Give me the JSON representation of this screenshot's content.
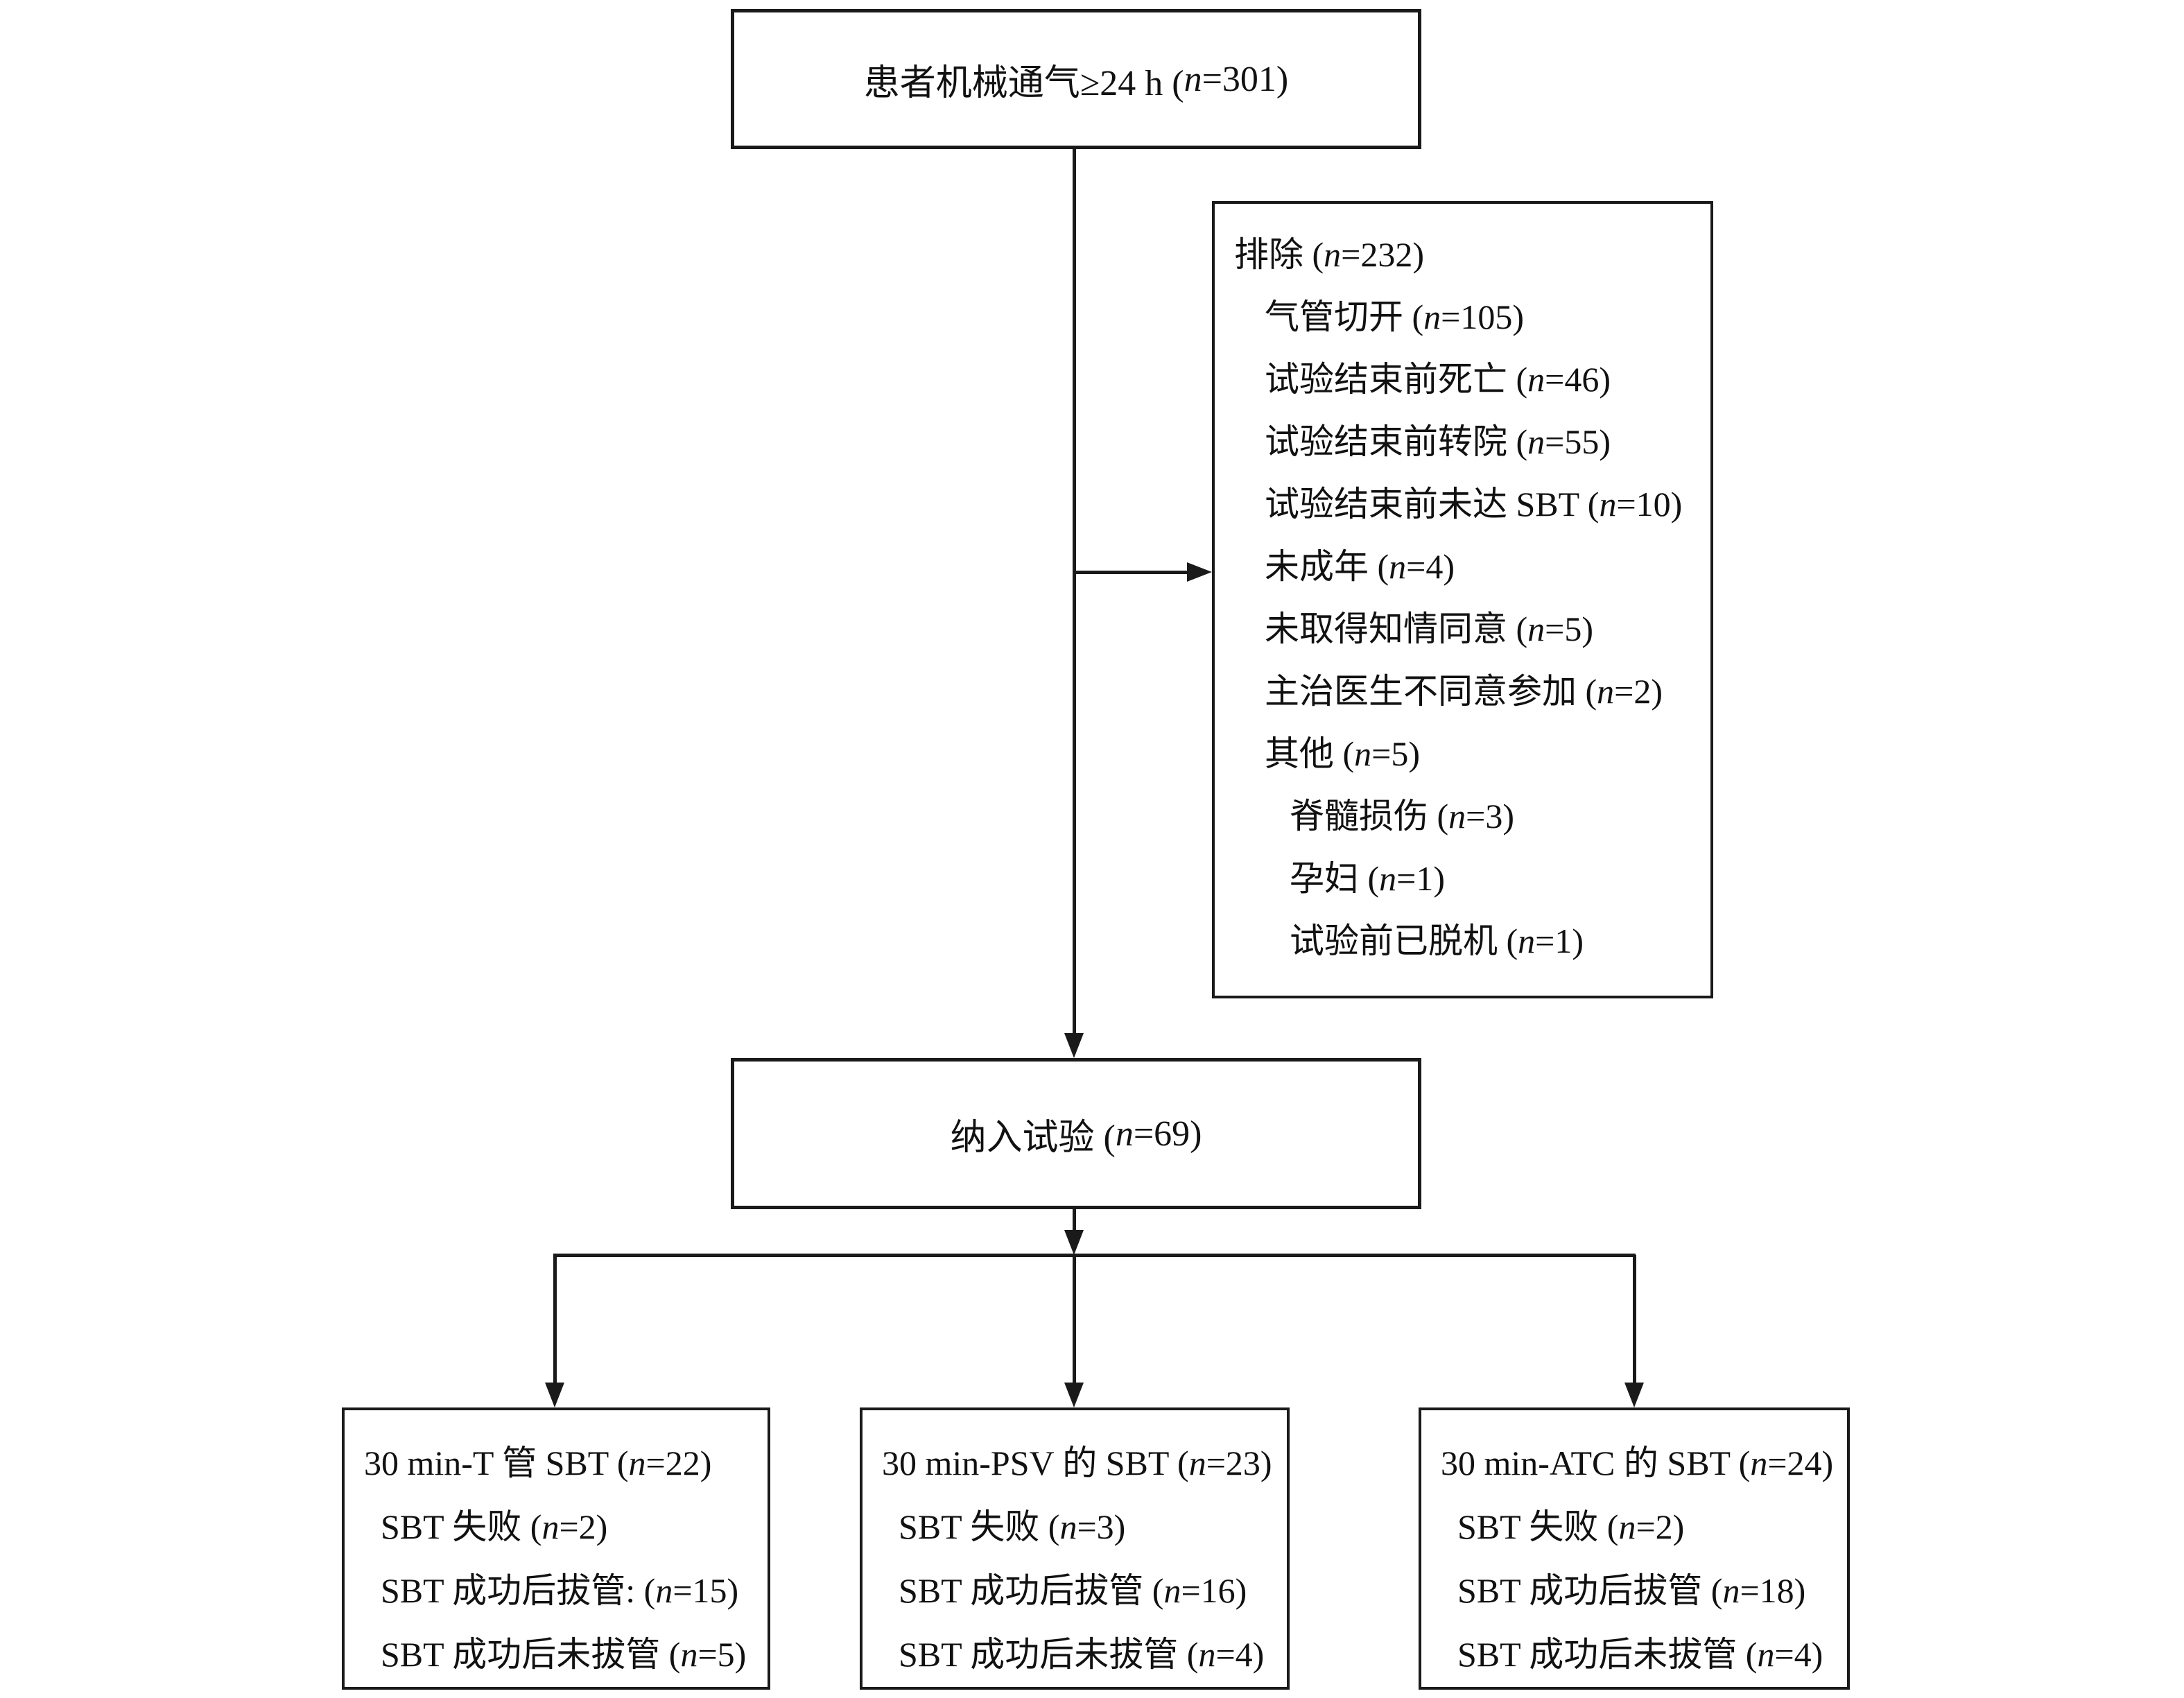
{
  "diagram": {
    "colors": {
      "line": "#1a1a1a",
      "border": "#1a1a1a",
      "text": "#111111",
      "background": "#ffffff"
    },
    "top_box": {
      "label": "患者机械通气≥24 h (n=301)"
    },
    "exclusion_box": {
      "title": "排除 (n=232)",
      "items": [
        {
          "text": "气管切开 (n=105)",
          "indent": 1
        },
        {
          "text": "试验结束前死亡 (n=46)",
          "indent": 1
        },
        {
          "text": "试验结束前转院 (n=55)",
          "indent": 1
        },
        {
          "text": "试验结束前未达 SBT (n=10)",
          "indent": 1
        },
        {
          "text": "未成年 (n=4)",
          "indent": 1
        },
        {
          "text": "未取得知情同意 (n=5)",
          "indent": 1
        },
        {
          "text": "主治医生不同意参加 (n=2)",
          "indent": 1
        },
        {
          "text": "其他 (n=5)",
          "indent": 1
        },
        {
          "text": "脊髓损伤 (n=3)",
          "indent": 2
        },
        {
          "text": "孕妇 (n=1)",
          "indent": 2
        },
        {
          "text": "试验前已脱机 (n=1)",
          "indent": 2
        }
      ]
    },
    "enrolled_box": {
      "label": "纳入试验 (n=69)"
    },
    "arm_boxes": [
      {
        "title": "30 min-T 管 SBT (n=22)",
        "lines": [
          "SBT 失败 (n=2)",
          "SBT 成功后拔管: (n=15)",
          "SBT 成功后未拔管 (n=5)"
        ]
      },
      {
        "title": "30 min-PSV 的 SBT (n=23)",
        "lines": [
          "SBT 失败 (n=3)",
          "SBT 成功后拔管 (n=16)",
          "SBT 成功后未拔管 (n=4)"
        ]
      },
      {
        "title": "30 min-ATC 的 SBT (n=24)",
        "lines": [
          "SBT 失败 (n=2)",
          "SBT 成功后拔管 (n=18)",
          "SBT 成功后未拔管 (n=4)"
        ]
      }
    ]
  }
}
